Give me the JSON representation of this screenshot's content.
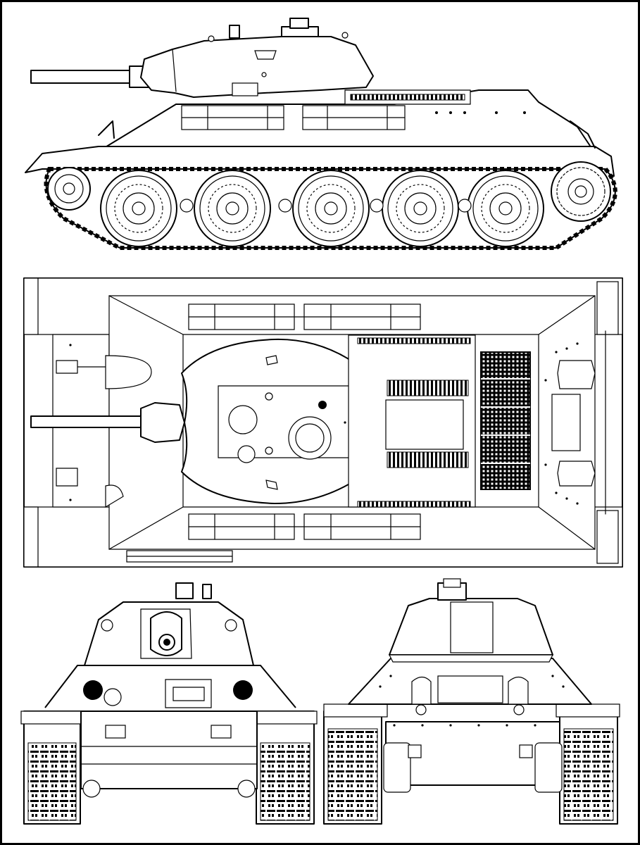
{
  "drawing": {
    "views": [
      "side",
      "top",
      "front",
      "rear"
    ],
    "line_color": "#000000",
    "background": "#ffffff"
  }
}
